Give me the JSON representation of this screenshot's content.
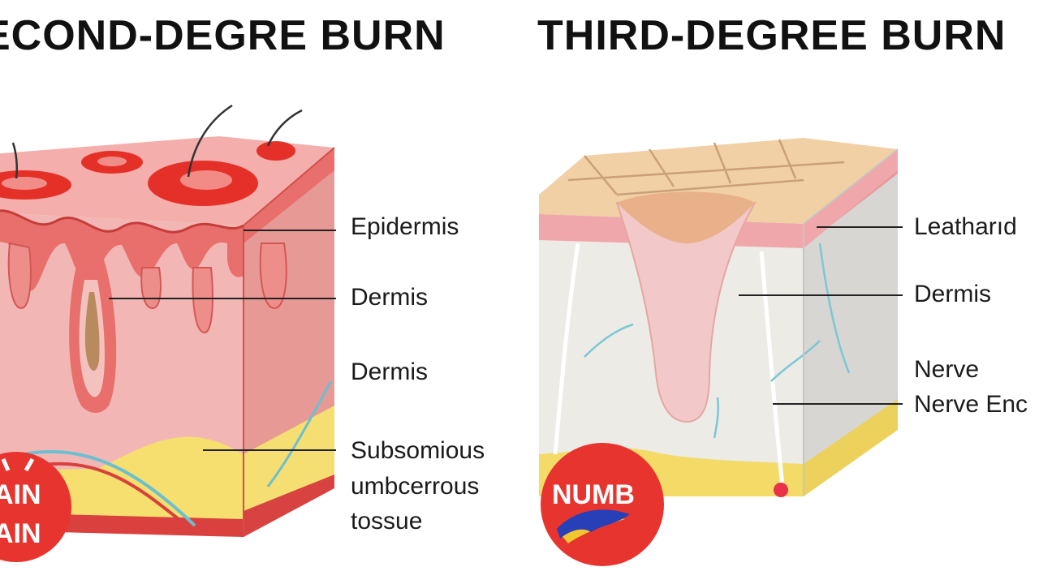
{
  "titles": {
    "left": "ECOND-DEGRE  BURN",
    "right": "THIRD-DEGREE BURN"
  },
  "left_labels": {
    "epidermis": "Epidermis",
    "dermis_upper": "Dermis",
    "dermis_lower": "Dermis",
    "subcutaneous_line1": "Subsomious",
    "subcutaneous_line2": "umbcerrous",
    "subcutaneous_line3": "tossue"
  },
  "right_labels": {
    "leathery": "Leatharıd",
    "dermis": "Dermis",
    "nerve": "Nerve",
    "nerve_endings": "Nerve Enc"
  },
  "badges": {
    "pain_line1": "AIN",
    "pain_line2": "AIN",
    "numb": "NUMB"
  },
  "colors": {
    "badge_red": "#e8342e",
    "burn_red": "#e8332a",
    "skin_pink": "#f2b6b3",
    "fat_yellow": "#f5df6a",
    "char_tan": "#f0d2a6",
    "pale_dermis": "#ecebe4",
    "nerve_blue": "#6fc3d6"
  }
}
